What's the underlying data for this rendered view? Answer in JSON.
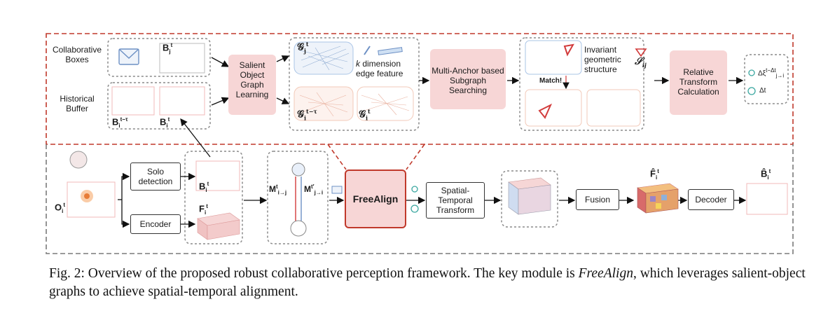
{
  "upper": {
    "collaborative_boxes": "Collaborative Boxes",
    "historical_buffer": "Historical Buffer",
    "b_j_t": "B",
    "b_j_t_sub": "j",
    "b_j_t_sup": "t",
    "b_i_t_tau": "B",
    "b_i_t_tau_sub": "i",
    "b_i_t_tau_sup": "t−τ",
    "b_i_t": "B",
    "b_i_t_sub": "i",
    "b_i_t_sup": "t",
    "salient": "Salient Object Graph Learning",
    "g_j_t": "𝒢",
    "g_j_t_sub": "j",
    "g_j_t_sup": "t",
    "g_i_t_tau": "𝒢",
    "g_i_t_tau_sub": "i",
    "g_i_t_tau_sup": "t−τ",
    "g_i_t": "𝒢",
    "g_i_t_sub": "i",
    "g_i_t_sup": "t",
    "edge_feature_k": "k",
    "edge_feature": " dimension edge feature",
    "multi_anchor": "Multi-Anchor based Subgraph Searching",
    "match": "Match!",
    "invariant": "Invariant geometric structure",
    "s_ij": "𝒮",
    "s_ij_sub": "ij",
    "relative": "Relative Transform Calculation",
    "delta_xi": "Δξ",
    "delta_xi_sub": "j→i",
    "delta_xi_sup": "t−Δt",
    "delta_t": "Δt"
  },
  "lower": {
    "o_i_t": "O",
    "o_i_t_sub": "i",
    "o_i_t_sup": "t",
    "solo_detection": "Solo detection",
    "encoder": "Encoder",
    "b_i_t": "B",
    "b_i_t_sub": "i",
    "b_i_t_sup": "t",
    "f_i_t": "F",
    "f_i_t_sub": "i",
    "f_i_t_sup": "t",
    "m_i_j": "M",
    "m_i_j_sub": "i→j",
    "m_i_j_sup": "t",
    "m_j_i": "M",
    "m_j_i_sub": "j→i",
    "m_j_i_sup": "t′",
    "freealign": "FreeAlign",
    "stt": "Spatial-Temporal Transform",
    "fusion": "Fusion",
    "f_hat": "F̂",
    "f_hat_sub": "i",
    "f_hat_sup": "t",
    "decoder": "Decoder",
    "b_hat": "B̂",
    "b_hat_sub": "i",
    "b_hat_sup": "t"
  },
  "caption": {
    "prefix": "Fig. 2: Overview of the proposed robust collaborative perception framework. The key module is ",
    "emph": "FreeAlign",
    "suffix": ", which leverages salient-object graphs to achieve spatial-temporal alignment."
  },
  "colors": {
    "upper_border": "#c0392b",
    "freealign_border": "#c0392b",
    "module_fill": "#f7d6d6",
    "grid_blue": "#a9c4e6",
    "grid_pink": "#f2bcbc",
    "accent_teal": "#3aa7a0"
  }
}
